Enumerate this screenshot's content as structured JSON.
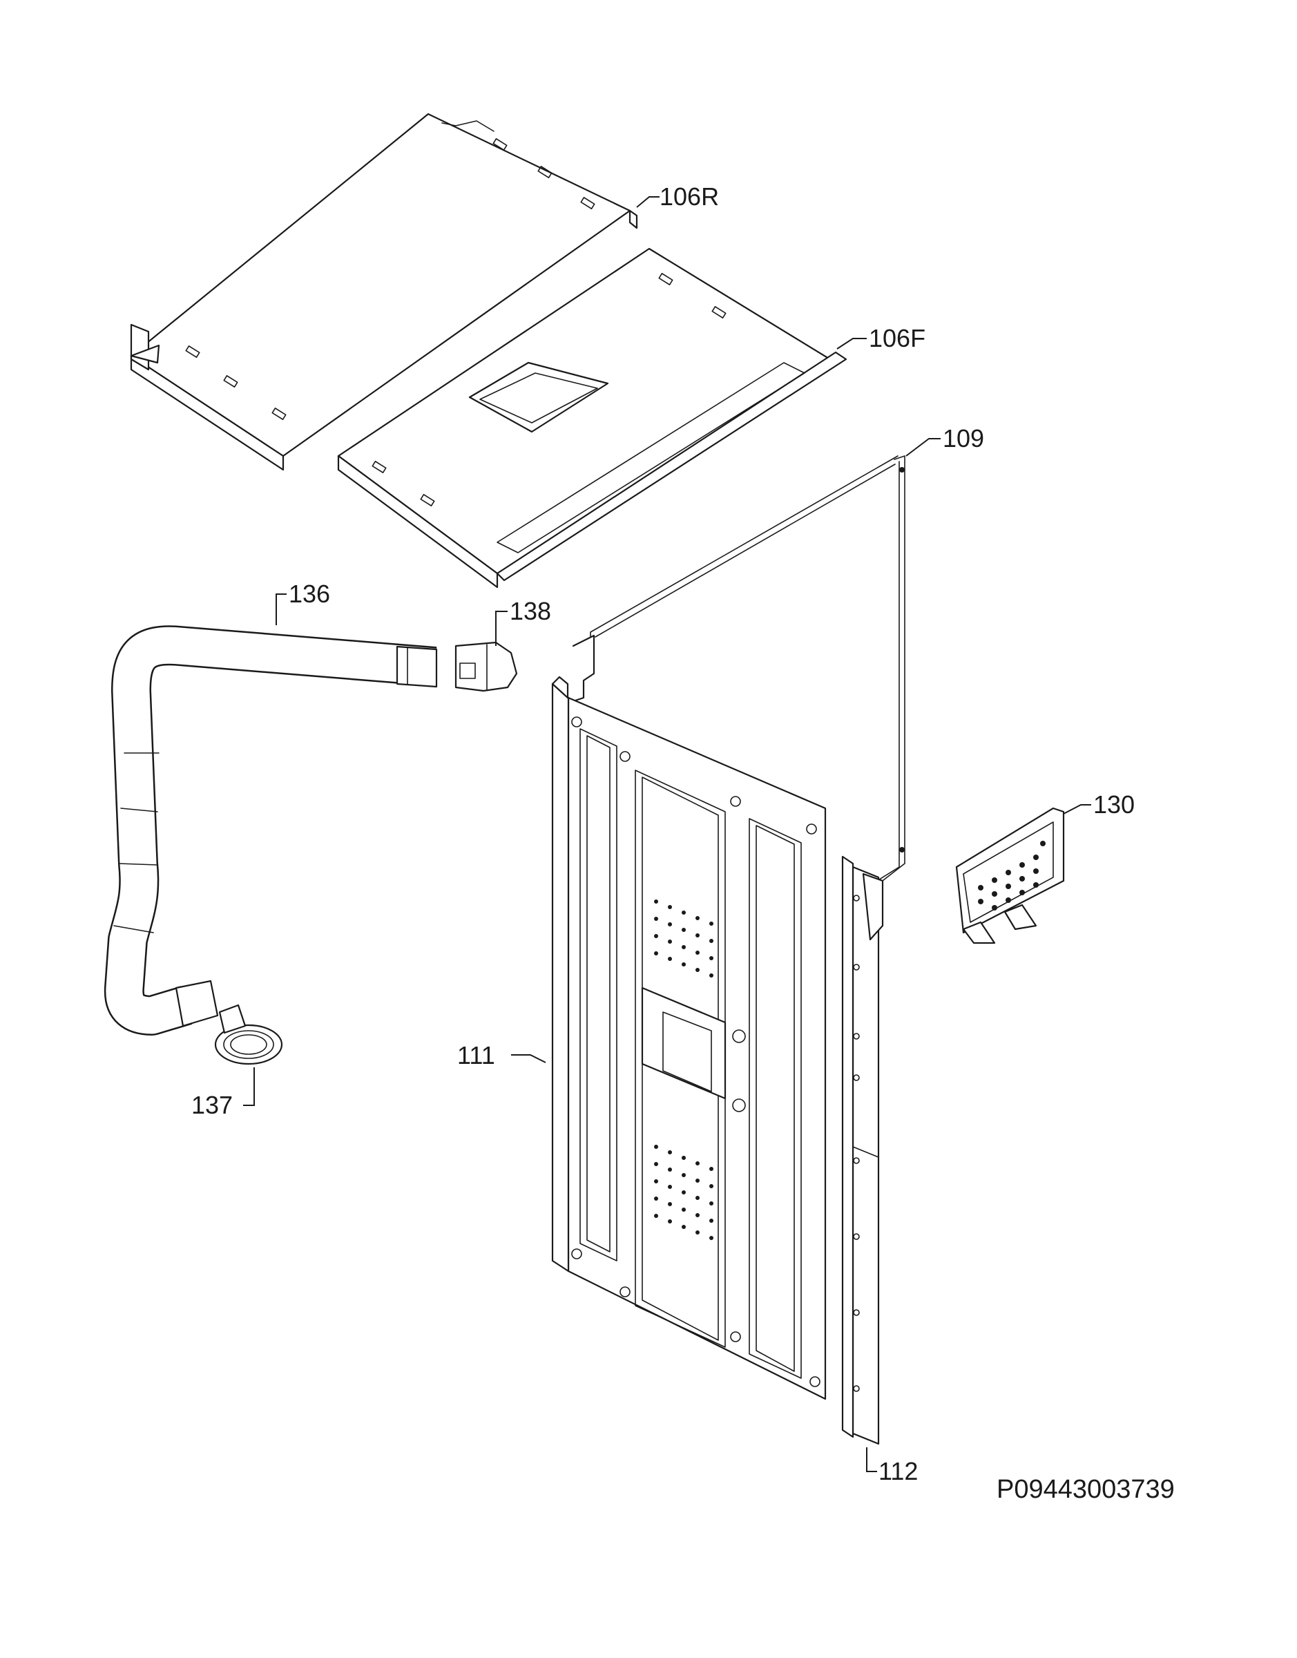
{
  "callouts": {
    "p106R": "106R",
    "p106F": "106F",
    "p109": "109",
    "p136": "136",
    "p138": "138",
    "p130": "130",
    "p111": "111",
    "p137": "137",
    "p112": "112"
  },
  "drawing_code": "P09443003739"
}
